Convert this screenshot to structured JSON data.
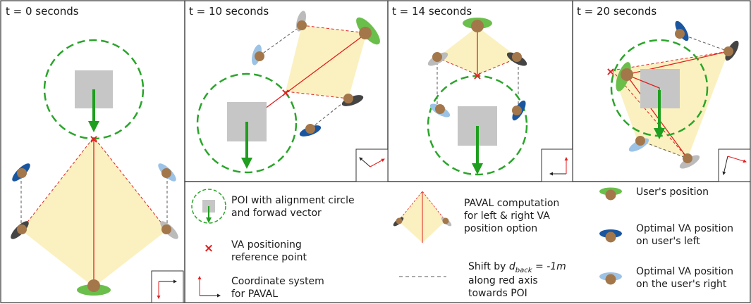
{
  "panels": [
    {
      "label": "t = 0 seconds"
    },
    {
      "label": "t = 10 seconds"
    },
    {
      "label": "t = 14 seconds"
    },
    {
      "label": "t = 20 seconds"
    }
  ],
  "legend": {
    "poi": [
      "POI with alignment circle",
      "and forwad vector"
    ],
    "va_ref": [
      "VA positioning",
      "reference point"
    ],
    "coord": [
      "Coordinate system",
      "for PAVAL"
    ],
    "paval": [
      "PAVAL computation",
      "for left & right VA",
      "position option"
    ],
    "shift": {
      "prefix": "Shift by ",
      "var": "d",
      "sub": "back",
      "value": " = -1m",
      "line2": "along red axis",
      "line3": "towards POI"
    },
    "user": "User's position",
    "va_left": [
      "Optimal VA position",
      "on user's left"
    ],
    "va_right": [
      "Optimal VA position",
      "on the user's right"
    ]
  },
  "colors": {
    "poi_circle": "#2aa52a",
    "forward_vector": "#1f9e1f",
    "poi_square": "#c6c6c6",
    "paval_fill": "#fbf1c0",
    "red_axis": "#e02020",
    "user_green": "#6abf4b",
    "va_left_blue": "#1a56a0",
    "va_right_lightblue": "#9cc3e6",
    "head_brown": "#a3774a",
    "shadow_dark": "#444444",
    "shadow_grey": "#bbbbbb"
  }
}
